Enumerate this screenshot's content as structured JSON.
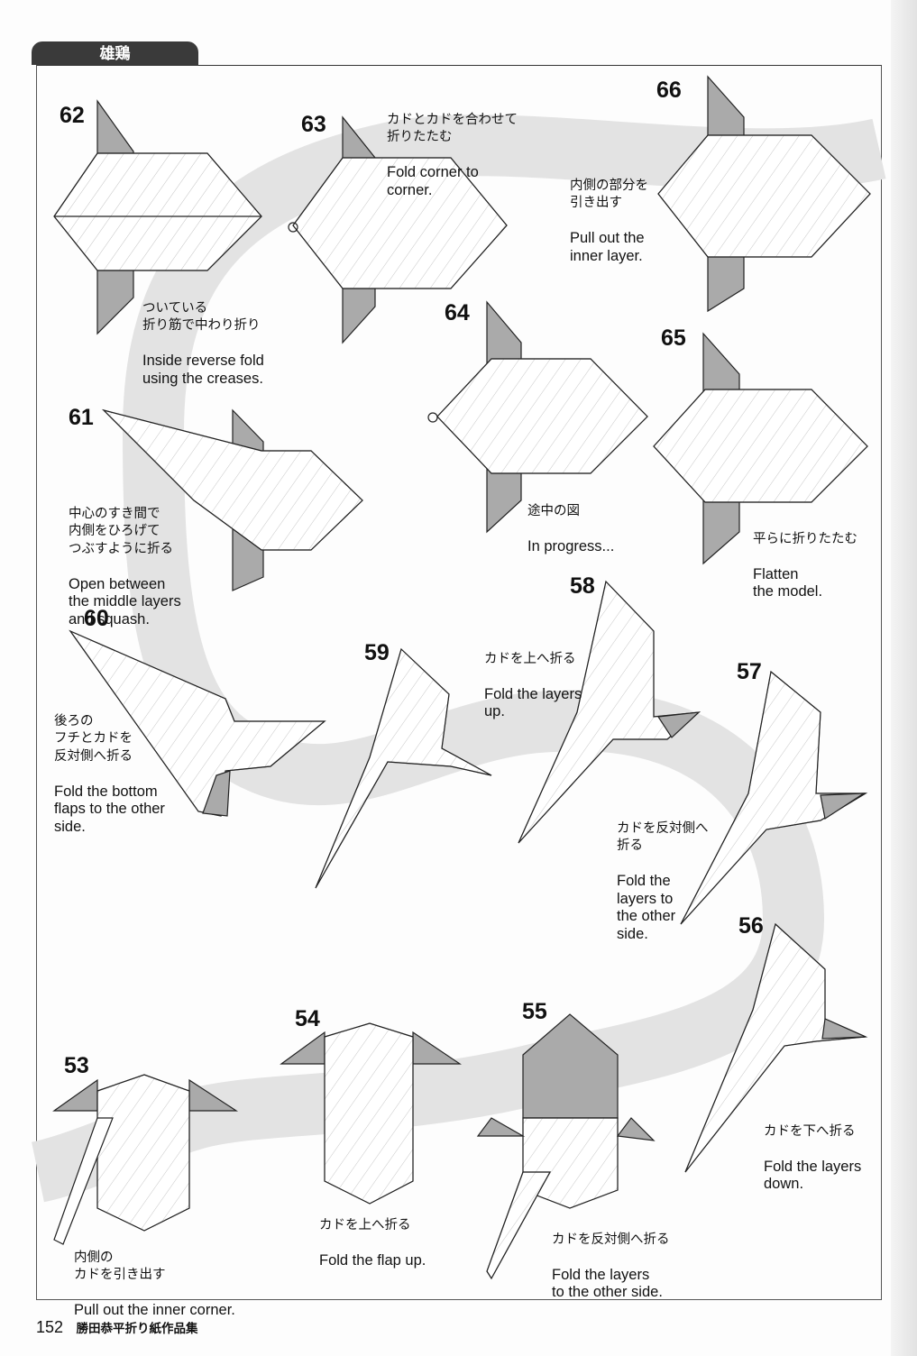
{
  "header": {
    "tab_title": "雄鶏"
  },
  "footer": {
    "page_number": "152",
    "book_title": "勝田恭平折り紙作品集"
  },
  "steps": [
    {
      "num": "62",
      "jp": "ついている\n折り筋で中わり折り",
      "en": "Inside reverse fold\nusing the creases."
    },
    {
      "num": "63",
      "jp": "カドとカドを合わせて\n折りたたむ",
      "en": "Fold corner to\ncorner."
    },
    {
      "num": "66",
      "jp": "内側の部分を\n引き出す",
      "en": "Pull out the\ninner layer."
    },
    {
      "num": "64",
      "jp": "途中の図",
      "en": "In progress..."
    },
    {
      "num": "65",
      "jp": "平らに折りたたむ",
      "en": "Flatten\nthe model."
    },
    {
      "num": "61",
      "jp": "中心のすき間で\n内側をひろげて\nつぶすように折る",
      "en": "Open between\nthe middle layers\nand squash."
    },
    {
      "num": "60",
      "jp": "後ろの\nフチとカドを\n反対側へ折る",
      "en": "Fold the bottom\nflaps to the other\nside."
    },
    {
      "num": "59",
      "jp": "",
      "en": ""
    },
    {
      "num": "58",
      "jp": "カドを上へ折る",
      "en": "Fold the layers\nup."
    },
    {
      "num": "57",
      "jp": "カドを反対側へ\n折る",
      "en": "Fold the\nlayers to\nthe other\nside."
    },
    {
      "num": "56",
      "jp": "カドを下へ折る",
      "en": "Fold the layers\ndown."
    },
    {
      "num": "55",
      "jp": "カドを反対側へ折る",
      "en": "Fold the layers\nto the other side."
    },
    {
      "num": "54",
      "jp": "カドを上へ折る",
      "en": "Fold the flap up."
    },
    {
      "num": "53",
      "jp": "内側の\nカドを引き出す",
      "en": "Pull out the inner corner."
    }
  ],
  "colors": {
    "fold_gray": "#a9a9a9",
    "path_band": "#e3e3e3",
    "line": "#222222",
    "header_bg": "#3a3a3a"
  }
}
